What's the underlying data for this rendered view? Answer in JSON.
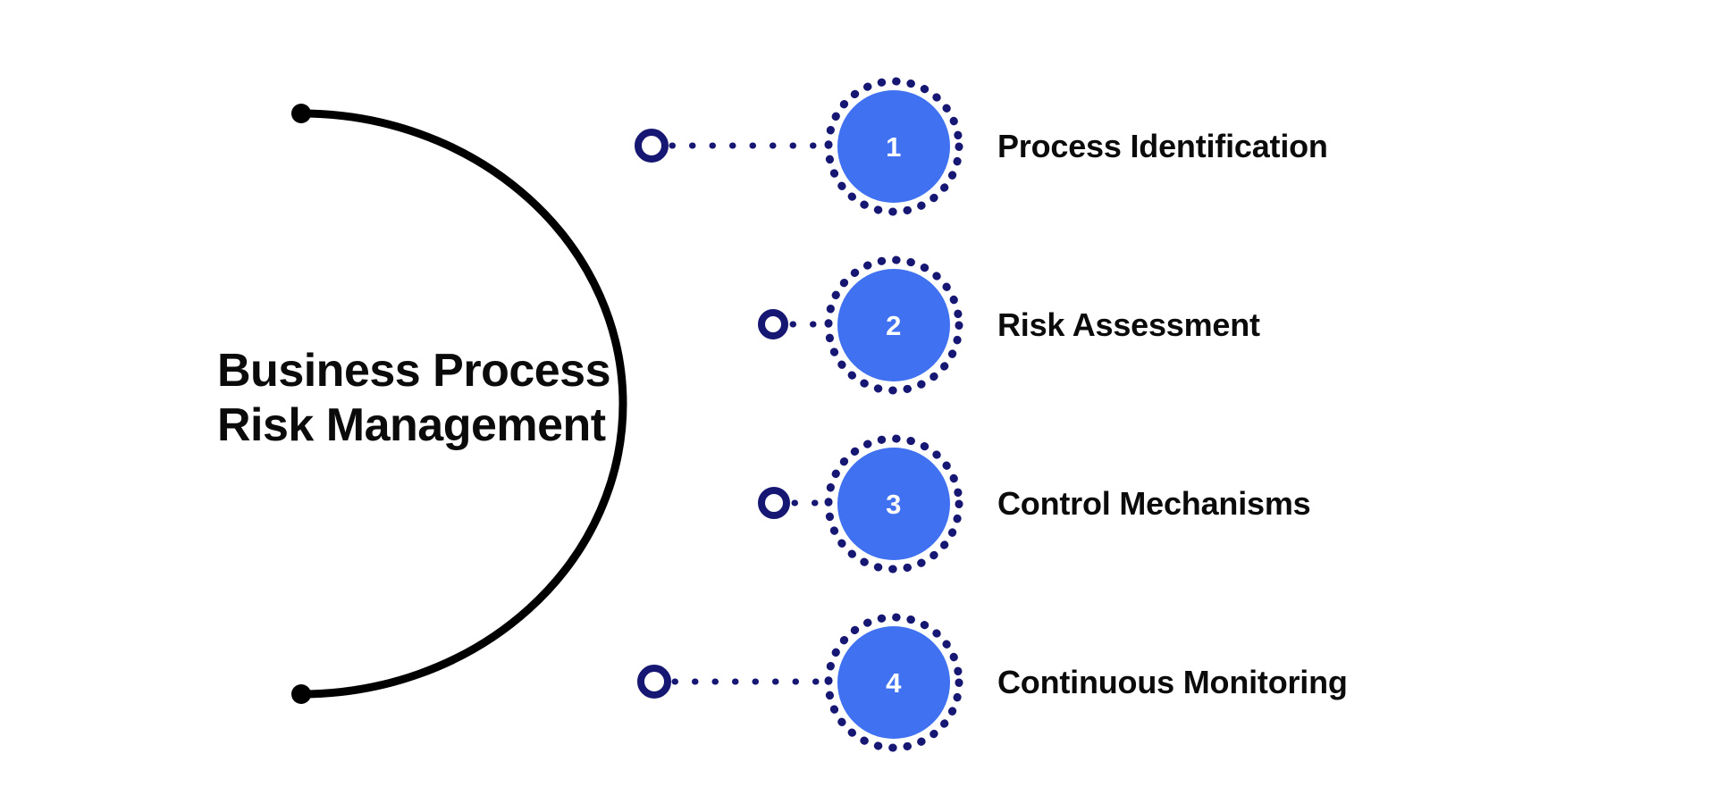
{
  "diagram": {
    "type": "semi-circular-process-list",
    "background_color": "#ffffff",
    "title_lines": [
      "Business Process",
      "Risk Management"
    ],
    "title_color": "#0b0b0b",
    "arc": {
      "stroke_color": "#000000",
      "endpoint_marker": "solid-dot",
      "node_marker": "hollow-ring",
      "node_marker_color": "#161673"
    },
    "connector": {
      "style": "dotted",
      "color": "#161673"
    },
    "badge": {
      "fill_color": "#3f71f0",
      "ring_style": "dotted",
      "ring_color": "#161673",
      "number_color": "#ffffff"
    },
    "steps": [
      {
        "number": "1",
        "label": "Process Identification"
      },
      {
        "number": "2",
        "label": "Risk Assessment"
      },
      {
        "number": "3",
        "label": "Control Mechanisms"
      },
      {
        "number": "4",
        "label": "Continuous Monitoring"
      }
    ]
  }
}
